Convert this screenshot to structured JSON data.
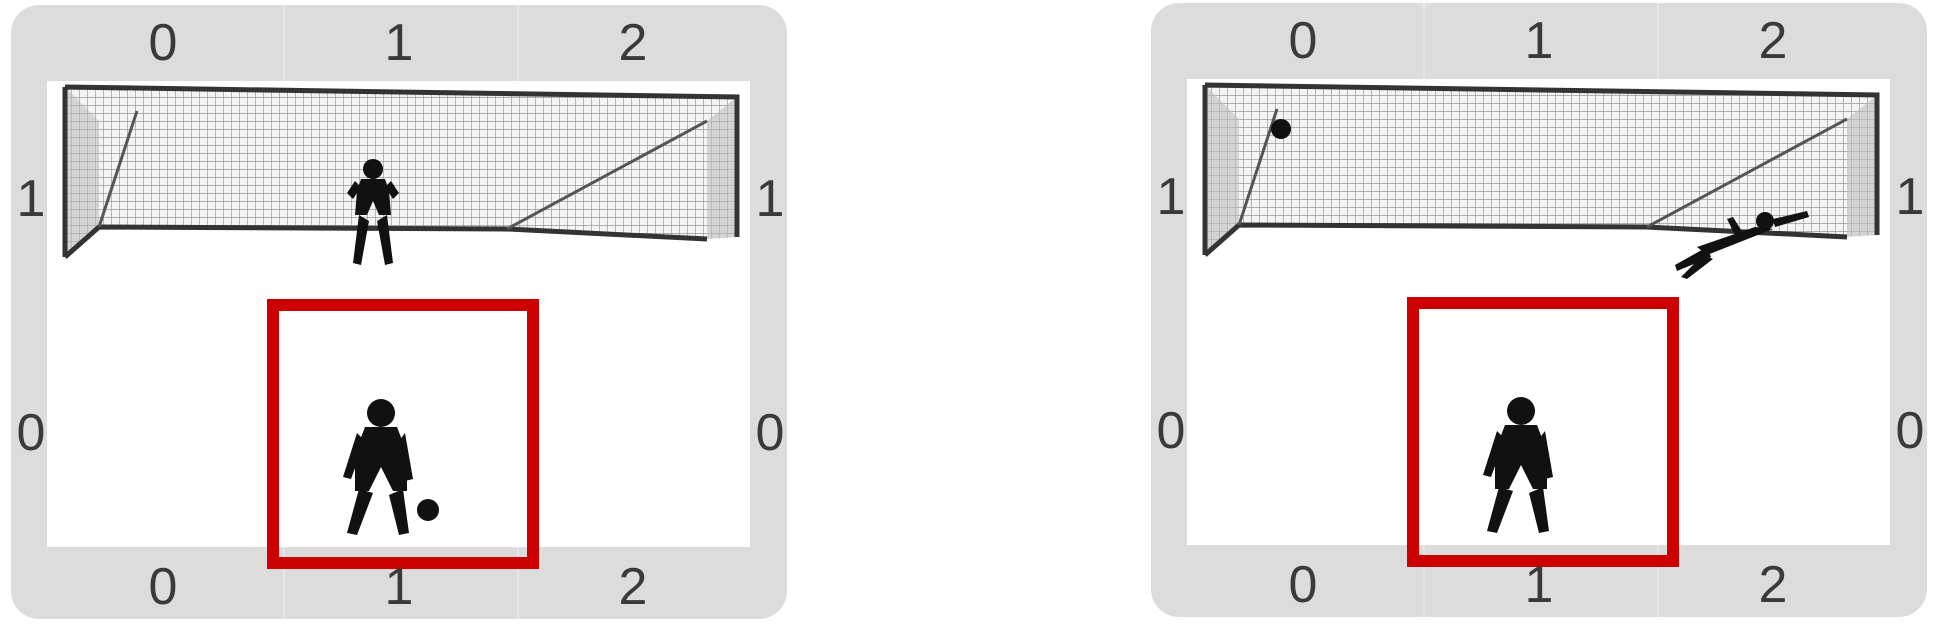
{
  "boards": [
    {
      "id": "left",
      "top_labels": [
        "0",
        "1",
        "2"
      ],
      "bottom_labels": [
        "0",
        "1",
        "2"
      ],
      "side_labels_left": [
        "1",
        "0"
      ],
      "side_labels_right": [
        "1",
        "0"
      ],
      "highlight_color": "#cc0000",
      "scene": "keeper standing in center of goal, kicker with ball in highlighted middle cell"
    },
    {
      "id": "right",
      "top_labels": [
        "0",
        "1",
        "2"
      ],
      "bottom_labels": [
        "0",
        "1",
        "2"
      ],
      "side_labels_left": [
        "1",
        "0"
      ],
      "side_labels_right": [
        "1",
        "0"
      ],
      "highlight_color": "#cc0000",
      "scene": "ball in top-left corner of goal, keeper diving to the right, kicker in highlighted middle cell"
    }
  ],
  "colors": {
    "board_bg": "#dcdcdc",
    "field_bg": "#ffffff",
    "label_text": "#3a3a3a",
    "highlight": "#cc0000"
  }
}
